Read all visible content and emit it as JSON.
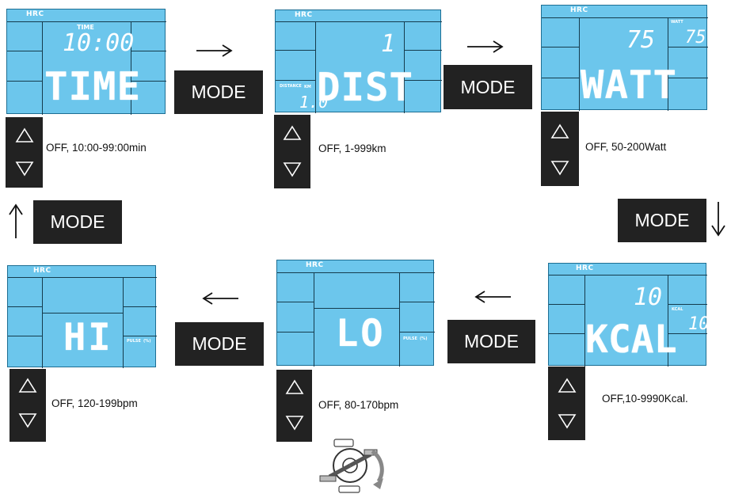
{
  "common": {
    "hrc": "HRC",
    "mode": "MODE",
    "pulse_label": "PULSE",
    "pulse_unit": "(%)"
  },
  "panels": {
    "time": {
      "top_value": "10:00",
      "top_label": "TIME",
      "main_text": "TIME",
      "range": "OFF, 10:00-99:00min"
    },
    "dist": {
      "top_value": "1",
      "main_text": "DIST",
      "side_label": "DISTANCE",
      "side_unit": "KM",
      "side_value": "1.0",
      "range": "OFF, 1-999km"
    },
    "watt": {
      "top_value": "75",
      "right_label": "WATT",
      "right_value": "75",
      "main_text": "WATT",
      "range": "OFF, 50-200Watt"
    },
    "kcal": {
      "top_value": "10",
      "right_label": "KCAL",
      "right_value": "10",
      "main_text": "KCAL",
      "range": "OFF,10-9990Kcal."
    },
    "lo": {
      "main_text": "LO",
      "range": "OFF, 80-170bpm"
    },
    "hi": {
      "main_text": "HI",
      "range": "OFF, 120-199bpm"
    }
  },
  "icons": {
    "up": "up-triangle-icon",
    "down": "down-triangle-icon",
    "flow_right": "arrow-right-icon",
    "flow_down": "arrow-down-icon",
    "flow_left": "arrow-left-icon",
    "flow_up": "arrow-up-icon",
    "pedal": "pedal-rotation-icon"
  },
  "colors": {
    "lcd": "#6cc6ec",
    "lcd_border": "#1d6e93",
    "keypad": "#222222",
    "mode": "#222222"
  }
}
